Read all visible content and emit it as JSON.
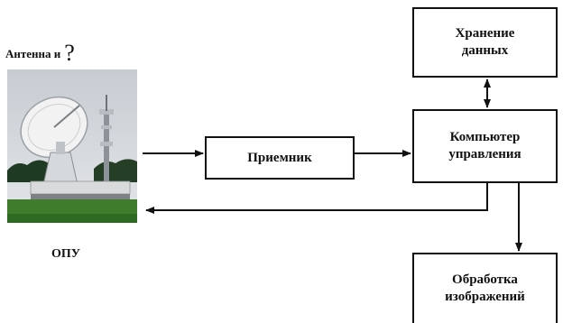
{
  "antenna": {
    "label": "Антенна и",
    "question_mark": "?",
    "caption": "ОПУ"
  },
  "blocks": {
    "receiver": "Приемник",
    "storage": [
      "Хранение",
      "данных"
    ],
    "control_computer": [
      "Компьютер",
      "управления"
    ],
    "image_processing": [
      "Обработка",
      "изображений"
    ]
  }
}
